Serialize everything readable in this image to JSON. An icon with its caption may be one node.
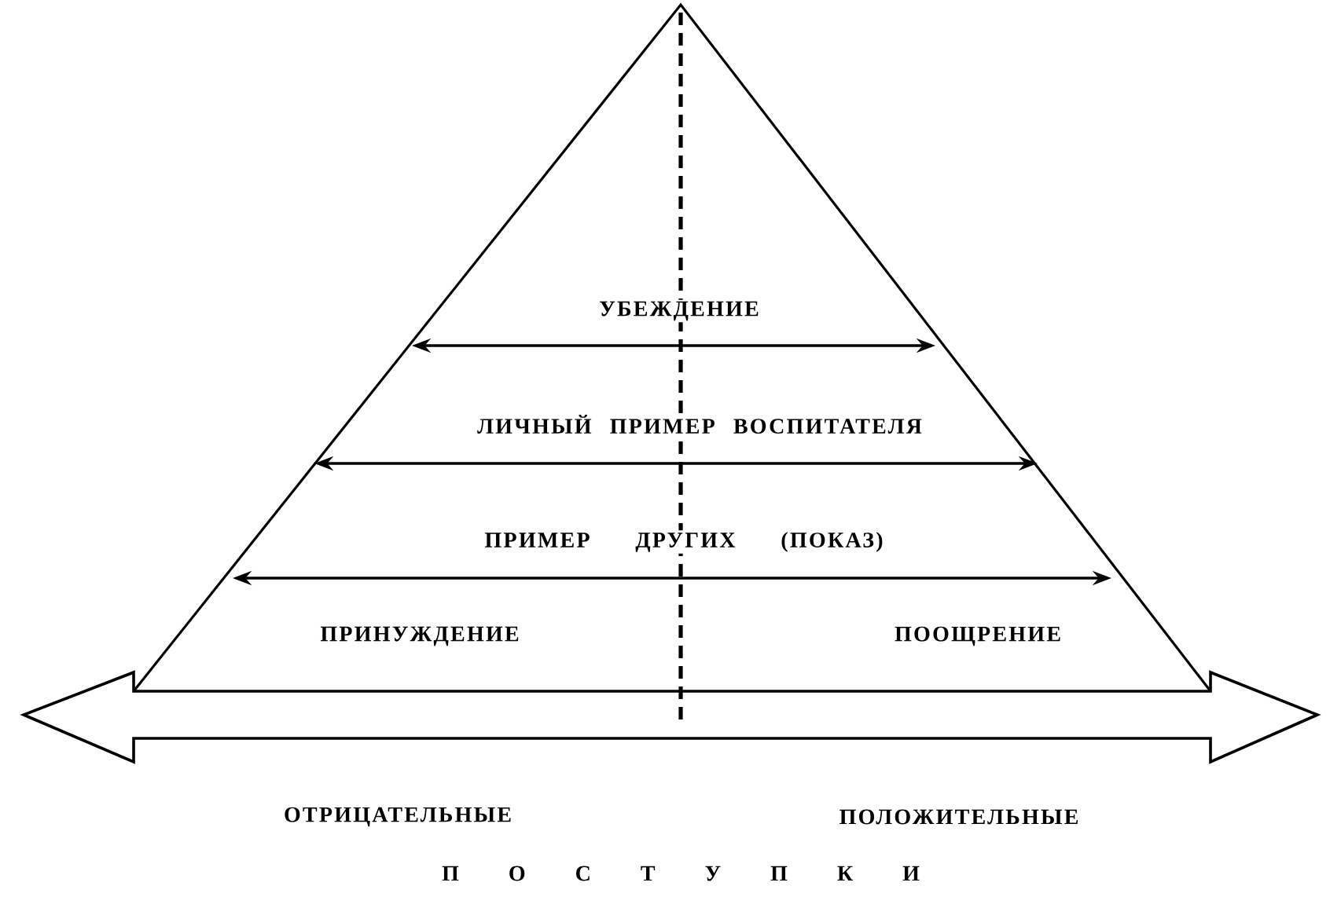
{
  "diagram": {
    "labels": [
      "УБЕЖДЕНИЕ",
      "ЛИЧНЫЙ ПРИМЕР ВОСПИТАТЕЛЯ",
      "ПРИМЕР ДРУГИХ (ПОКАЗ)",
      "ПРИНУЖДЕНИЕ",
      "ПООЩРЕНИЕ",
      "ОТРИЦАТЕЛЬНЫЕ",
      "ПОЛОЖИТЕЛЬНЫЕ",
      "П О С Т У П К И"
    ]
  }
}
